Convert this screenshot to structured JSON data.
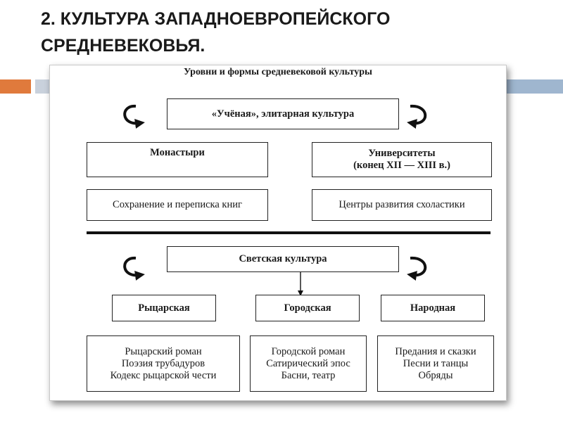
{
  "slide": {
    "title": "2. КУЛЬТУРА ЗАПАДНОЕВРОПЕЙСКОГО СРЕДНЕВЕКОВЬЯ.",
    "accent_orange": "#e07a3c",
    "accent_blue": "#9fb6cf",
    "accent_gray": "#c9d1dc"
  },
  "diagram": {
    "title": "Уровни и формы средневековой культуры",
    "elite": {
      "label": "«Учёная», элитарная культура",
      "monasteries": "Монастыри",
      "universities_line1": "Университеты",
      "universities_line2": "(конец XII — XIII в.)",
      "monasteries_desc": "Сохранение и переписка книг",
      "universities_desc": "Центры развития схоластики"
    },
    "secular": {
      "label": "Светская культура",
      "knightly": "Рыцарская",
      "urban": "Городская",
      "folk": "Народная",
      "knightly_items": [
        "Рыцарский роман",
        "Поэзия трубадуров",
        "Кодекс рыцарской чести"
      ],
      "urban_items": [
        "Городской роман",
        "Сатирический эпос",
        "Басни, театр"
      ],
      "folk_items": [
        "Предания и сказки",
        "Песни и танцы",
        "Обряды"
      ]
    }
  }
}
